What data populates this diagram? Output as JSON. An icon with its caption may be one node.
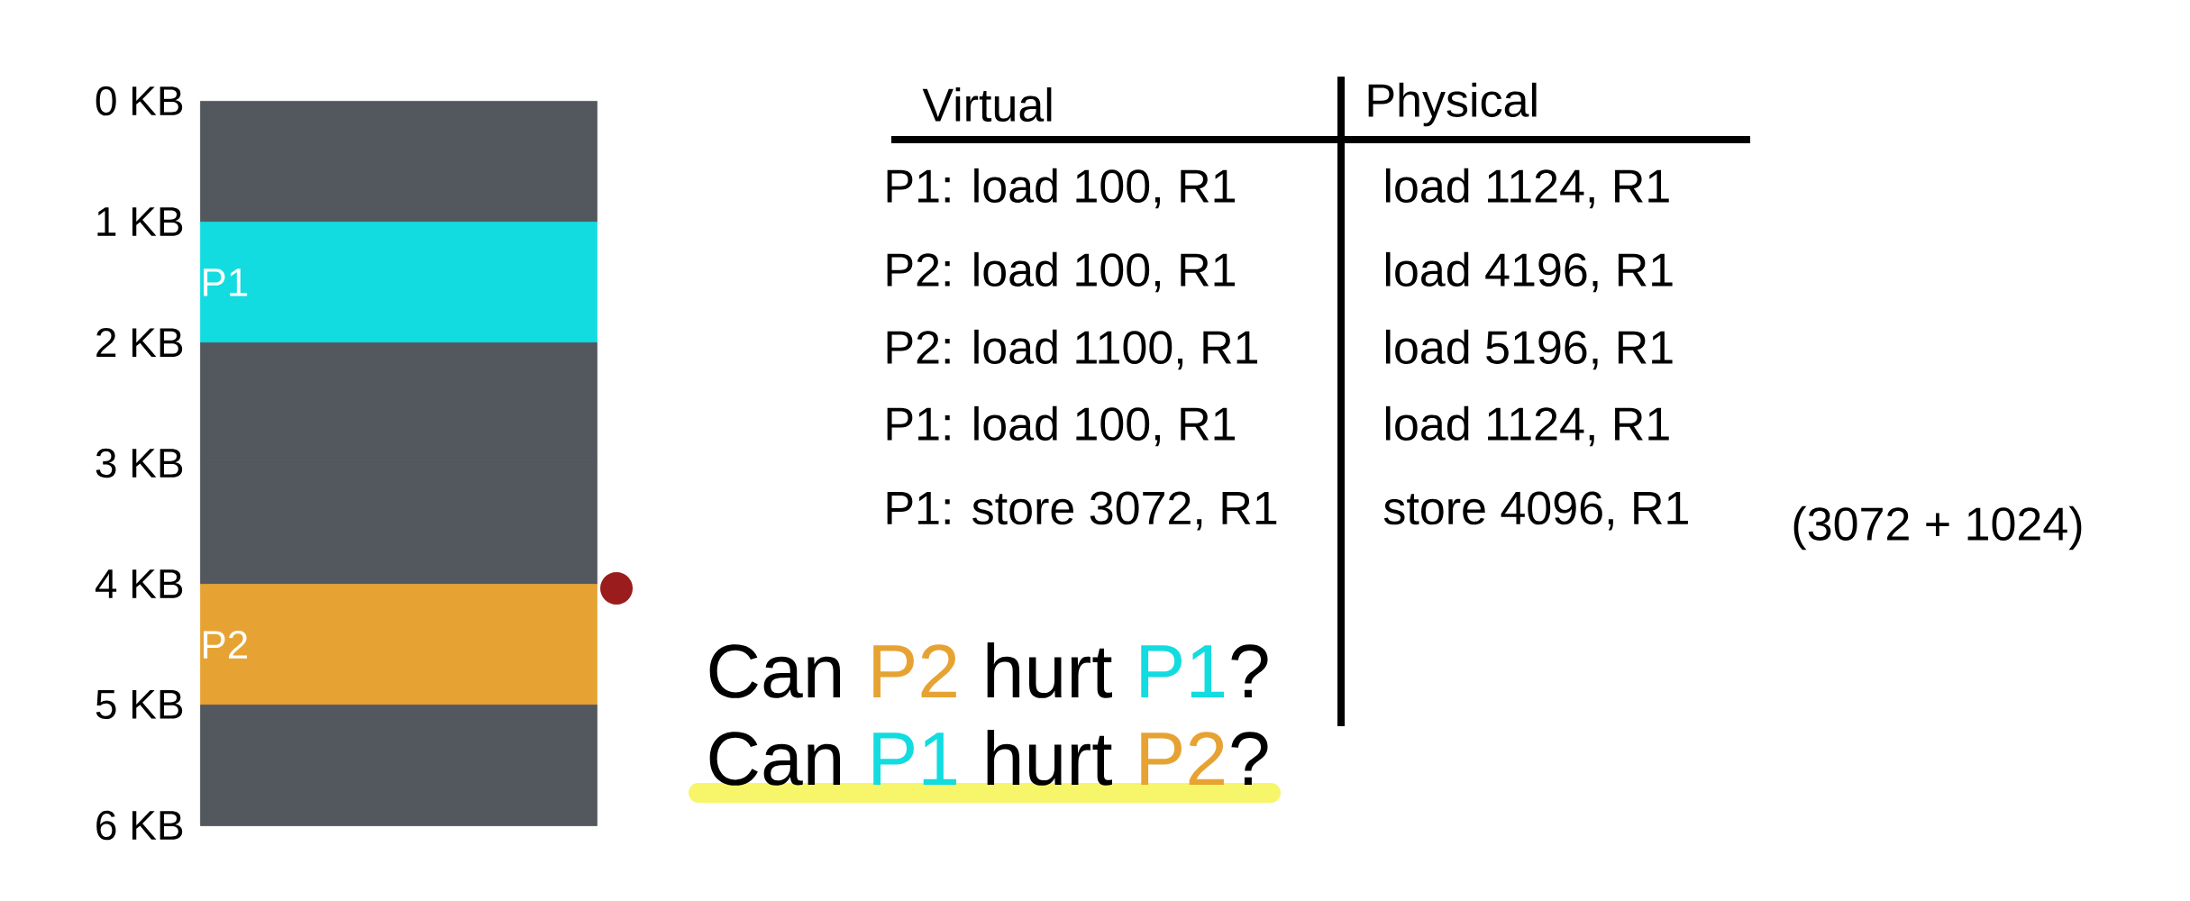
{
  "diagram": {
    "nodes": [
      {
        "text": [],
        "shape": "box"
      },
      {
        "text": [
          "P1"
        ]
      },
      {
        "text": [],
        "shape": "box"
      },
      {
        "text": [],
        "shape": "box"
      },
      {
        "text": [
          "P2"
        ]
      },
      {
        "text": [],
        "shape": "box"
      }
    ],
    "edges": [],
    "labels": [
      "0 KB",
      "1 KB",
      "2 KB",
      "3 KB",
      "4 KB",
      "5 KB",
      "6 KB",
      "Virtual",
      "Physical",
      "P1: load 100, R1",
      "load 1124, R1",
      "P2: load 100, R1",
      "load 4196, R1",
      "P2: load 1100, R1",
      "load 5196, R1",
      "P1: load 100, R1",
      "load 1124, R1",
      "P1: store 3072, R1",
      "store 4096, R1",
      "(3072 + 1024)",
      "Can",
      "P2",
      "hurt",
      "P1",
      "?",
      "Can",
      "P1",
      "hurt",
      "P2",
      "?"
    ]
  }
}
